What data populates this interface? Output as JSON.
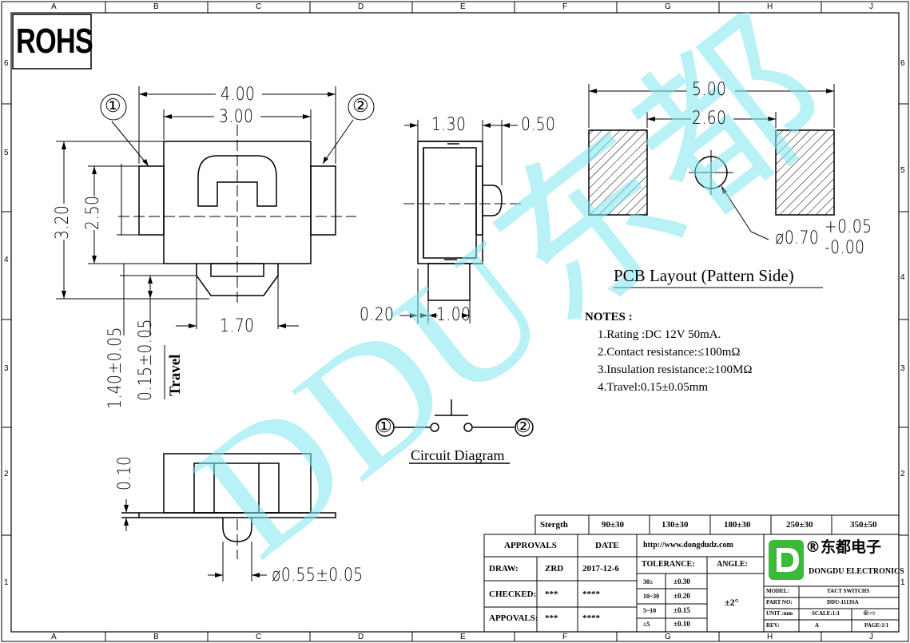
{
  "frame": {
    "col_labels": [
      "A",
      "B",
      "C",
      "D",
      "E",
      "F",
      "G",
      "H",
      "J"
    ],
    "row_labels": [
      "6",
      "5",
      "4",
      "3",
      "2",
      "1"
    ]
  },
  "badge": "ROHS",
  "watermark": "DDU东都",
  "top_view": {
    "width_outer": "4.00",
    "width_inner": "3.00",
    "height_outer": "3.20",
    "height_inner": "2.50",
    "pin1": "①",
    "pin2": "②",
    "actuator_width": "1.70",
    "total_height": "1.40±0.05",
    "travel_value": "0.15±0.05",
    "travel_label": "Travel"
  },
  "side_view": {
    "body_depth": "1.30",
    "actuator_depth": "0.50",
    "base": "0.20",
    "foot": "1.00"
  },
  "bottom_view": {
    "thickness": "0.10",
    "actuator_dia": "ø0.55±0.05"
  },
  "pcb": {
    "pitch_outer": "5.00",
    "pitch_inner": "2.60",
    "hole": "ø0.70",
    "tol_plus": "+0.05",
    "tol_minus": "-0.00",
    "title": "PCB Layout (Pattern Side)"
  },
  "notes": {
    "heading": "NOTES :",
    "items": [
      "1.Rating :DC 12V 50mA.",
      "2.Contact resistance:≤100mΩ",
      "3.Insulation resistance:≥100MΩ",
      "4.Travel:0.15±0.05mm"
    ]
  },
  "circuit": {
    "pin1": "①",
    "pin2": "②",
    "title": "Circuit Diagram"
  },
  "strength_row": {
    "label": "Stergth",
    "values": [
      "90±30",
      "130±30",
      "180±30",
      "250±30",
      "350±50"
    ]
  },
  "title_block": {
    "approvals": "APPROVALS",
    "date": "DATE",
    "draw_label": "DRAW:",
    "draw_name": "ZRD",
    "draw_date": "2017-12-6",
    "checked_label": "CHECKED:",
    "checked_name": "***",
    "checked_date": "****",
    "appovals_label": "APPOVALS:",
    "appovals_name": "***",
    "appovals_date": "****",
    "url": "http://www.dongdudz.com",
    "tolerance": "TOLERANCE:",
    "angle": "ANGLE:",
    "angle_val": "±2°",
    "tol_rows": [
      {
        "range": "30≥",
        "tol": "±0.30"
      },
      {
        "range": "10~30",
        "tol": "±0.20"
      },
      {
        "range": "5~10",
        "tol": "±0.15"
      },
      {
        "range": "≤5",
        "tol": "±0.10"
      }
    ],
    "company_cn": "®东都电子",
    "company_en": "DONGDU ELECTRONICS",
    "model_label": "MODEL:",
    "model_val": "TACT SWITCHS",
    "part_label": "PART NO:",
    "part_val": "DDU-1113SA",
    "unit_label": "UNIT :mm",
    "scale_label": "SCALE:1:1",
    "rev_label": "REV:",
    "rev_val": "A",
    "page_label": "PAGE:1/1"
  },
  "colors": {
    "ink": "#000000",
    "watermark": "#7fe6f0",
    "logo_green": "#3cb83c"
  }
}
